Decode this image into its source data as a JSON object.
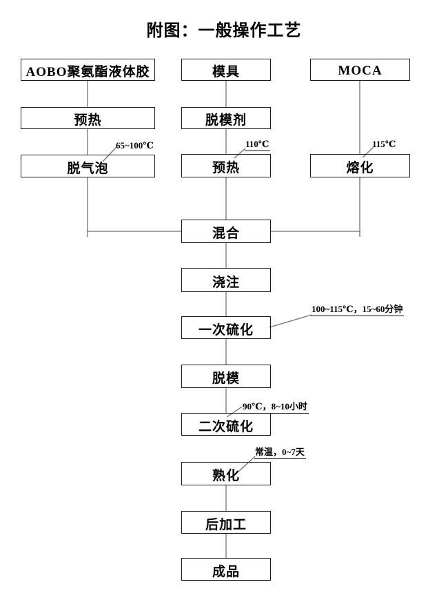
{
  "title": "附图：一般操作工艺",
  "colors": {
    "bg": "#ffffff",
    "text": "#000000",
    "border": "#161616",
    "line": "#6f6f6f"
  },
  "nodes": {
    "aobo": {
      "label": "AOBO聚氨酯液体胶"
    },
    "preheat_left": {
      "label": "预热"
    },
    "degas": {
      "label": "脱气泡"
    },
    "mold": {
      "label": "模具"
    },
    "release_agent": {
      "label": "脱模剂"
    },
    "preheat_mid": {
      "label": "预热"
    },
    "moca": {
      "label": "MOCA"
    },
    "melt": {
      "label": "熔化"
    },
    "mix": {
      "label": "混合"
    },
    "pour": {
      "label": "浇注"
    },
    "first_cure": {
      "label": "一次硫化"
    },
    "demold": {
      "label": "脱模"
    },
    "second_cure": {
      "label": "二次硫化"
    },
    "aging": {
      "label": "熟化"
    },
    "post_process": {
      "label": "后加工"
    },
    "final_product": {
      "label": "成品"
    }
  },
  "annotations": {
    "degas_temp": {
      "text": "65~100℃",
      "target": "degas",
      "underline": false
    },
    "preheat_mid_temp": {
      "text": "110℃",
      "target": "preheat_mid",
      "underline": true
    },
    "melt_temp": {
      "text": "115℃",
      "target": "melt",
      "underline": false
    },
    "first_cure_cond": {
      "text": "100~115℃，15~60分钟",
      "target": "first_cure",
      "underline": true
    },
    "second_cure_cond": {
      "text": "90℃，8~10小时",
      "target": "second_cure",
      "underline": true
    },
    "aging_cond": {
      "text": "常温，0~7天",
      "target": "aging",
      "underline": true
    }
  },
  "edges": [
    {
      "from": "aobo",
      "to": "preheat_left"
    },
    {
      "from": "preheat_left",
      "to": "degas"
    },
    {
      "from": "degas",
      "to": "mix"
    },
    {
      "from": "mold",
      "to": "release_agent"
    },
    {
      "from": "release_agent",
      "to": "preheat_mid"
    },
    {
      "from": "preheat_mid",
      "to": "mix"
    },
    {
      "from": "moca",
      "to": "melt"
    },
    {
      "from": "melt",
      "to": "mix"
    },
    {
      "from": "mix",
      "to": "pour"
    },
    {
      "from": "pour",
      "to": "first_cure"
    },
    {
      "from": "first_cure",
      "to": "demold"
    },
    {
      "from": "demold",
      "to": "second_cure"
    },
    {
      "from": "second_cure",
      "to": "aging"
    },
    {
      "from": "aging",
      "to": "post_process"
    },
    {
      "from": "post_process",
      "to": "final_product"
    }
  ]
}
